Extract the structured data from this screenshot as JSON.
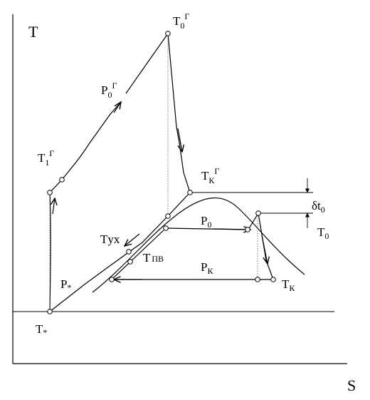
{
  "axes": {
    "y_label": "T",
    "x_label": "S"
  },
  "labels": {
    "T0G": {
      "main": "T",
      "sub": "0",
      "sup": "Г"
    },
    "P0G": {
      "main": "P",
      "sub": "0",
      "sup": "Г"
    },
    "T1G": {
      "main": "T",
      "sub": "1",
      "sup": "Г"
    },
    "TKG": {
      "main": "T",
      "sub": "К",
      "sup": "Г"
    },
    "delta_t0": {
      "main": "δt",
      "sub": "0"
    },
    "P0": {
      "main": "P",
      "sub": "0"
    },
    "T0": {
      "main": "T",
      "sub": "0"
    },
    "TUX": {
      "main": "Tух"
    },
    "TPV": {
      "main": "T",
      "sub": "ПВ"
    },
    "PK": {
      "main": "P",
      "sub": "К"
    },
    "TK": {
      "main": "T",
      "sub": "К"
    },
    "P_star": {
      "main": "P",
      "sub": "*"
    },
    "T_star": {
      "main": "T",
      "sub": "*"
    }
  }
}
